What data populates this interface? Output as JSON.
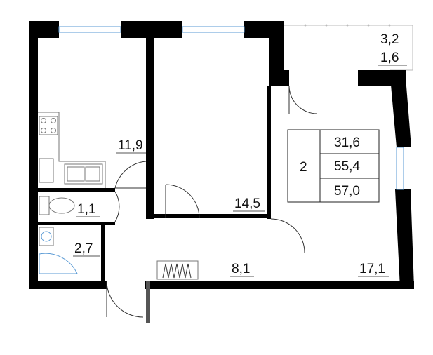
{
  "rooms": {
    "kitchen": "11,9",
    "room_a": "14,5",
    "toilet": "1,1",
    "bath": "2,7",
    "hall": "8,1",
    "room_b": "17,1"
  },
  "balcony": {
    "area_full": "3,2",
    "area_reduced": "1,6"
  },
  "summary": {
    "rooms_count": "2",
    "living_area": "31,6",
    "total_area": "55,4",
    "total_with_balcony": "57,0"
  }
}
